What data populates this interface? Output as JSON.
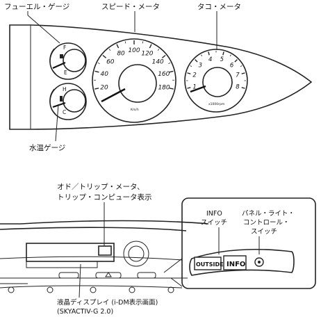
{
  "labels": {
    "fuel_gauge": "フューエル・ゲージ",
    "speedometer": "スピード・メータ",
    "tachometer": "タコ・メータ",
    "water_temp_gauge": "水温ゲージ",
    "odo_trip_line1": "オド／トリップ・メータ、",
    "odo_trip_line2": "トリップ・コンピュータ表示",
    "info_switch_line1": "INFO",
    "info_switch_line2": "スイッチ",
    "panel_light_line1": "パネル・ライト・",
    "panel_light_line2": "コントロール・",
    "panel_light_line3": "スイッチ",
    "lcd_line1": "液晶ディスプレイ (i-DM表示画面)",
    "lcd_line2": "(SKYACTIV-G 2.0)"
  },
  "speedometer": {
    "ticks": [
      "20",
      "40",
      "60",
      "80",
      "100",
      "120",
      "140",
      "160",
      "180"
    ],
    "unit": "Km/h"
  },
  "tachometer": {
    "ticks": [
      "1",
      "2",
      "3",
      "4",
      "5",
      "6",
      "7",
      "8"
    ],
    "unit": "x1000rpm"
  },
  "fuel": {
    "full": "F",
    "empty": "E"
  },
  "temp": {
    "hot": "H",
    "cold": "C"
  },
  "buttons": {
    "outside": "OUTSIDE",
    "info": "INFO"
  }
}
